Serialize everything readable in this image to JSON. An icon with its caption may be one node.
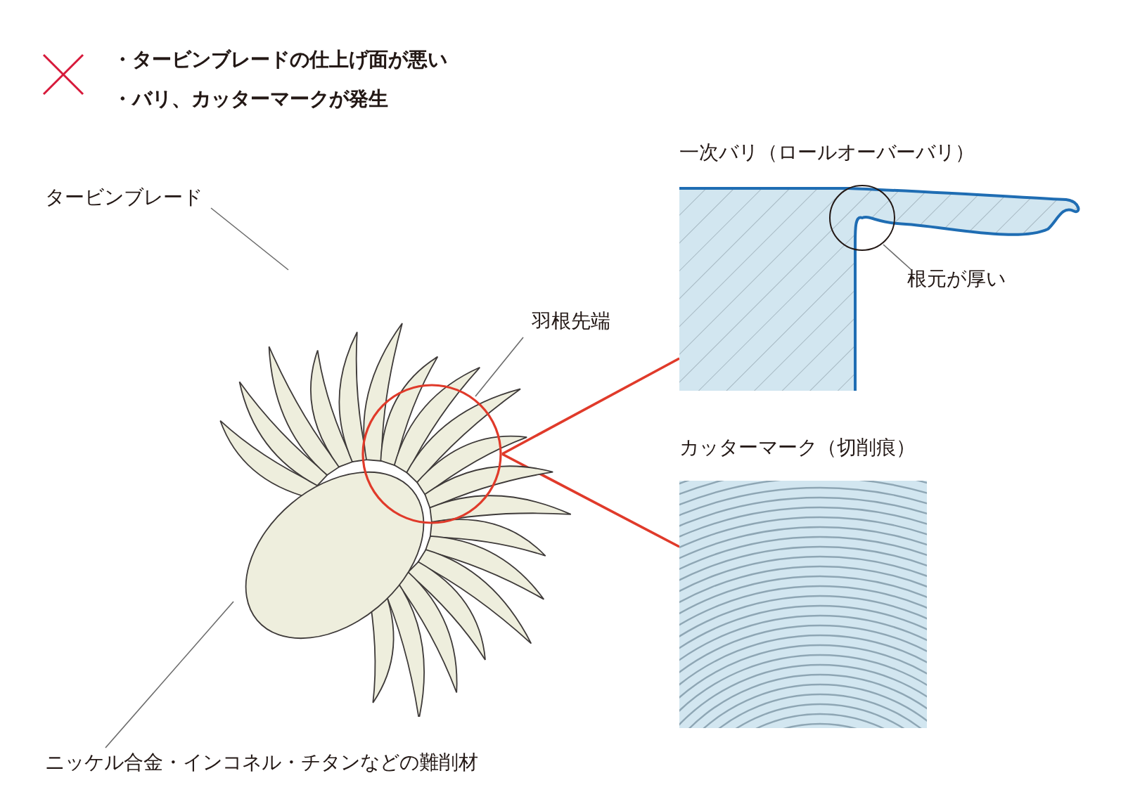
{
  "diagram": {
    "nodes": [
      {
        "text": [
          "タービンブレード"
        ]
      },
      {
        "text": [],
        "shape": "picture"
      },
      {
        "text": [
          "羽根先端"
        ]
      },
      {
        "text": [],
        "shape": "circle",
        "in": 1
      },
      {
        "text": [
          "一次バリ（ロールオーバーバリ）"
        ]
      },
      {
        "text": [],
        "shape": "circle",
        "in": 4
      },
      {
        "text": [
          "根元が厚い"
        ]
      },
      {
        "text": [
          "カッターマーク（切削痕）"
        ]
      },
      {
        "text": [
          "ニッケル合金・インコネル・チタンなどの難削材"
        ]
      }
    ],
    "edges": [
      {
        "from": 0,
        "to": 1,
        "arrow": "none"
      },
      {
        "from": 2,
        "to": 3,
        "arrow": "none"
      },
      {
        "from": 3,
        "to": 4,
        "arrow": "none",
        "color": "#e03a2a"
      },
      {
        "from": 3,
        "to": 7,
        "arrow": "none",
        "color": "#e03a2a"
      },
      {
        "from": 6,
        "to": 5,
        "arrow": "none"
      },
      {
        "from": 8,
        "to": 1,
        "arrow": "none"
      }
    ],
    "labels": [
      "・タービンブレードの仕上げ面が悪い",
      "・バリ、カッターマークが発生"
    ]
  }
}
